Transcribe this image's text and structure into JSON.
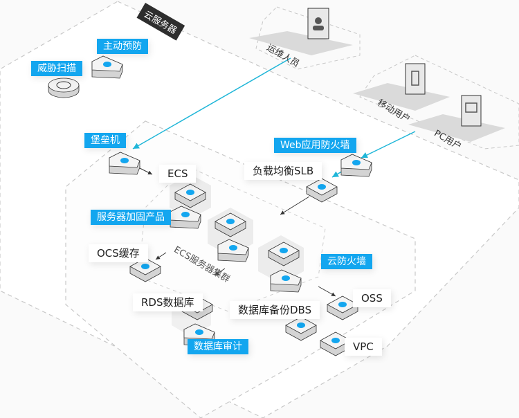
{
  "diagram": {
    "zone_title": "云服务器",
    "cluster_label": "ECS服务器集群",
    "users": {
      "ops": "运维人员",
      "mobile": "移动用户",
      "pc": "PC用户"
    },
    "labels": {
      "proactive_defense": "主动预防",
      "threat_scan": "威胁扫描",
      "bastion": "堡垒机",
      "waf": "Web应用防火墙",
      "slb": "负载均衡SLB",
      "ecs": "ECS",
      "server_hardening": "服务器加固产品",
      "ocs": "OCS缓存",
      "cloud_firewall": "云防火墙",
      "rds": "RDS数据库",
      "dbs": "数据库备份DBS",
      "oss": "OSS",
      "db_audit": "数据库审计",
      "vpc": "VPC"
    },
    "colors": {
      "accent": "#13a6ef",
      "connector": "#1fb6d8",
      "zone_tag": "#2e2e2e",
      "label_text": "#222222"
    }
  }
}
